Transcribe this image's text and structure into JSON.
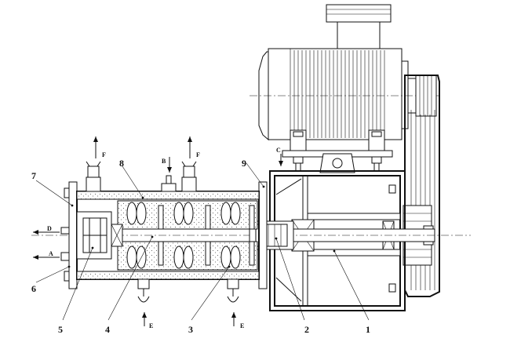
{
  "callouts": {
    "c1": "1",
    "c2": "2",
    "c3": "3",
    "c4": "4",
    "c5": "5",
    "c6": "6",
    "c7": "7",
    "c8": "8",
    "c9": "9"
  },
  "flow_labels": {
    "A": "A",
    "B": "B",
    "C": "C",
    "D": "D",
    "E1": "E",
    "E2": "E",
    "F1": "F",
    "F2": "F"
  }
}
